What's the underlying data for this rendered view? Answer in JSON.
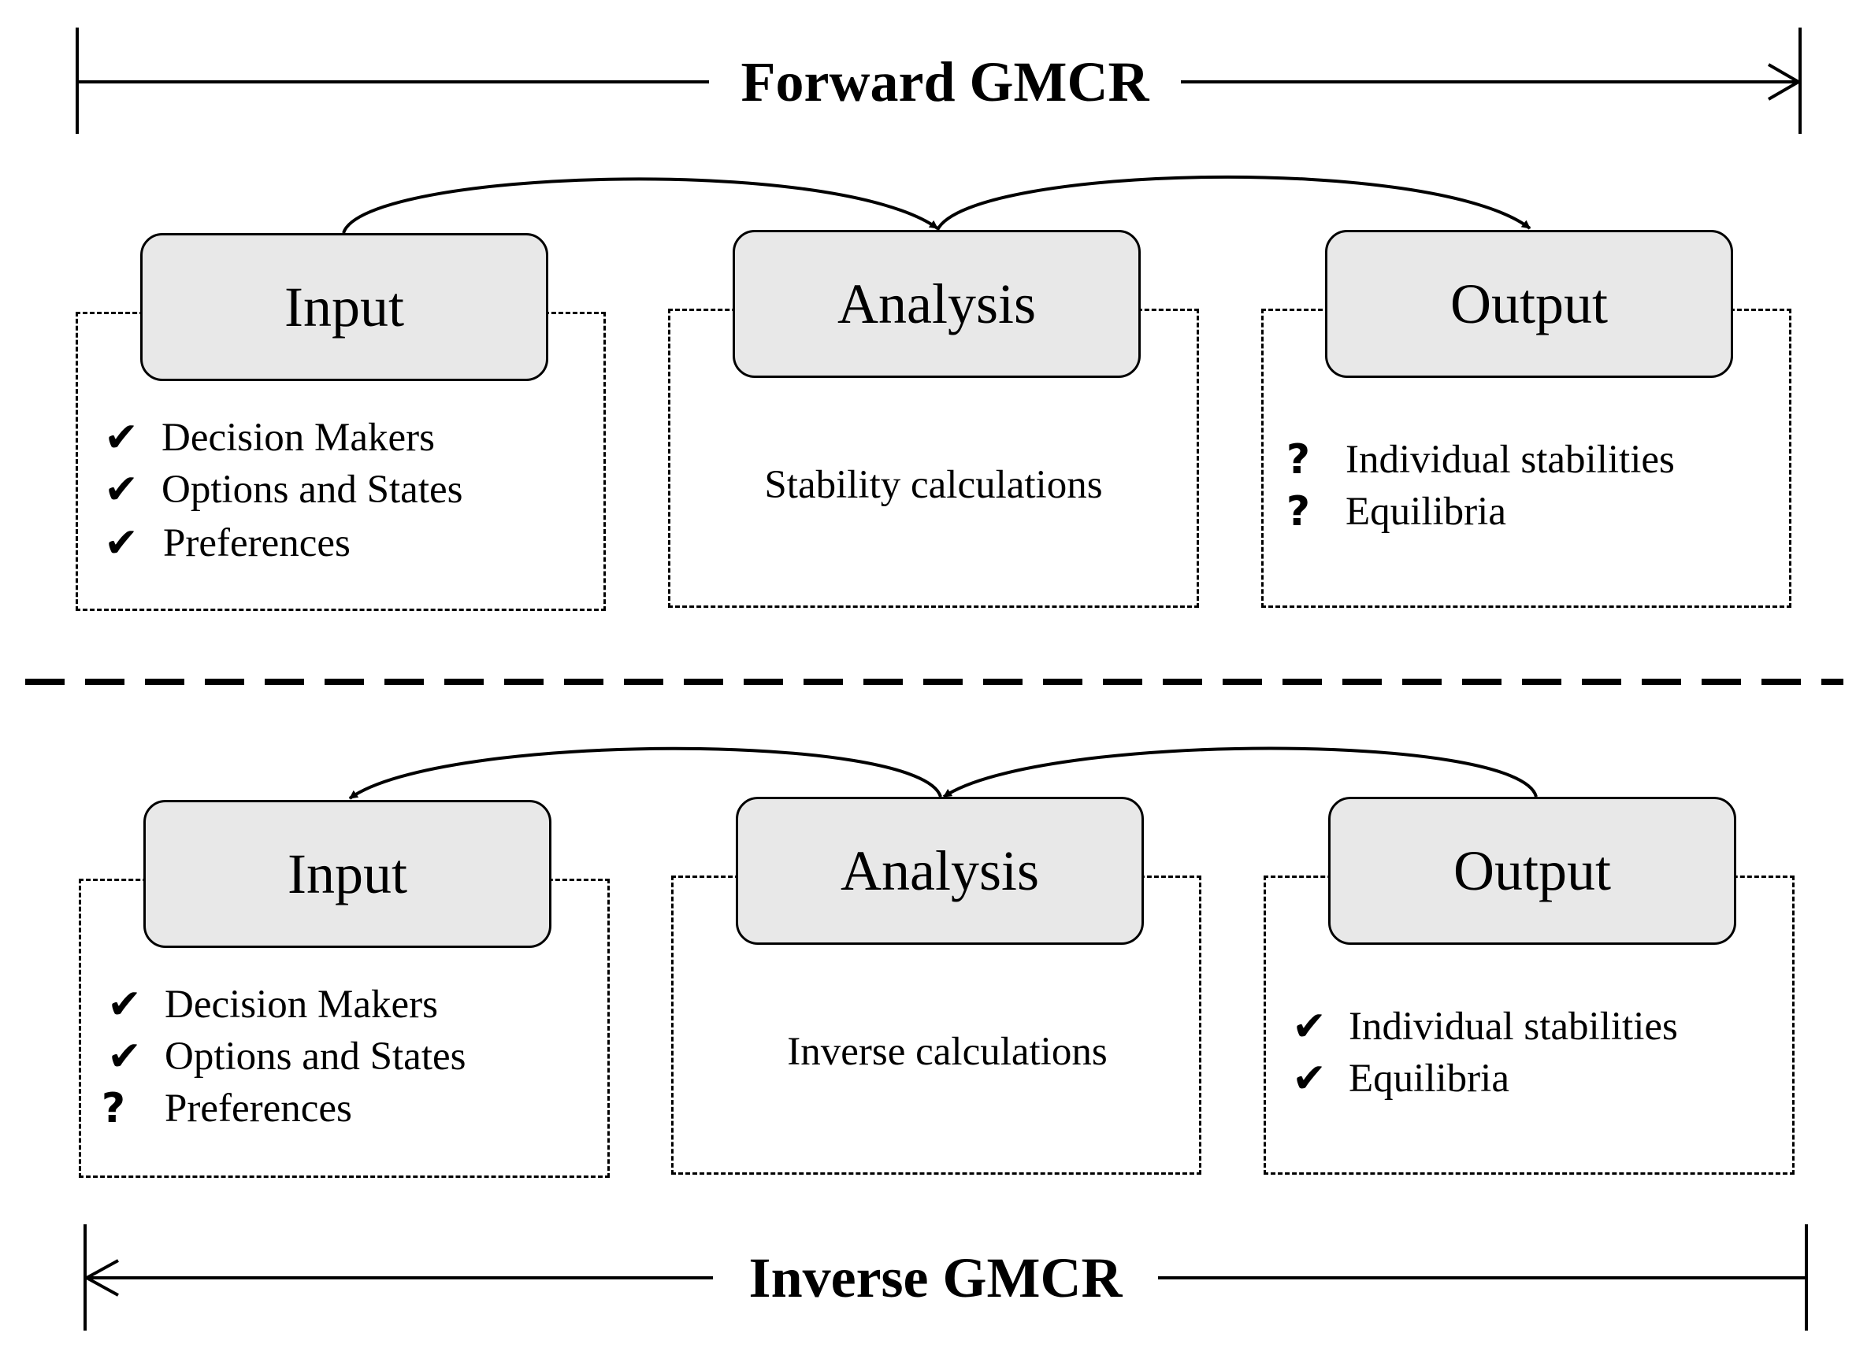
{
  "forward": {
    "title": "Forward GMCR",
    "input": {
      "label": "Input",
      "items": [
        {
          "mark": "✔",
          "text": "Decision Makers"
        },
        {
          "mark": "✔",
          "text": "Options and States"
        },
        {
          "mark": "✔",
          "text": "Preferences"
        }
      ]
    },
    "analysis": {
      "label": "Analysis",
      "text": "Stability calculations"
    },
    "output": {
      "label": "Output",
      "items": [
        {
          "mark": "?",
          "text": "Individual stabilities"
        },
        {
          "mark": "?",
          "text": "Equilibria"
        }
      ]
    }
  },
  "inverse": {
    "title": "Inverse GMCR",
    "input": {
      "label": "Input",
      "items": [
        {
          "mark": "✔",
          "text": "Decision Makers"
        },
        {
          "mark": "✔",
          "text": "Options and States"
        },
        {
          "mark": "?",
          "text": "Preferences"
        }
      ]
    },
    "analysis": {
      "label": "Analysis",
      "text": "Inverse calculations"
    },
    "output": {
      "label": "Output",
      "items": [
        {
          "mark": "✔",
          "text": "Individual stabilities"
        },
        {
          "mark": "✔",
          "text": "Equilibria"
        }
      ]
    }
  }
}
